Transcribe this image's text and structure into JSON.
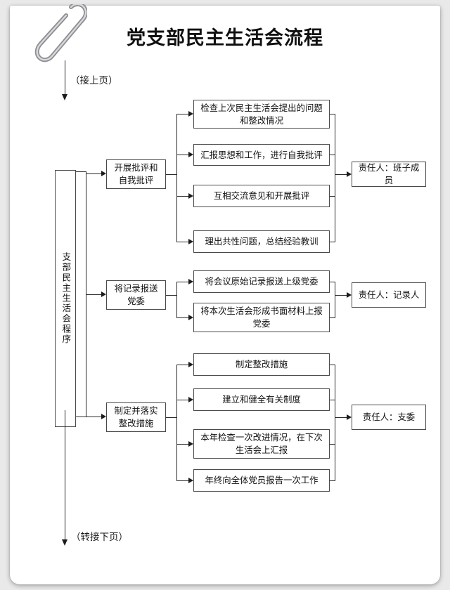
{
  "page": {
    "title": "党支部民主生活会流程",
    "top_label": "（接上页）",
    "bottom_label": "（转接下页）",
    "clip_icon": "paperclip-icon"
  },
  "spine": {
    "label": "支部民主生活会程序"
  },
  "groups": [
    {
      "stage": "开展批评和自我批评",
      "tasks": [
        "检查上次民主生活会提出的问题和整改情况",
        "汇报思想和工作，进行自我批评",
        "互相交流意见和开展批评",
        "理出共性问题，总结经验教训"
      ],
      "owner": "责任人：班子成员"
    },
    {
      "stage": "将记录报送党委",
      "tasks": [
        "将会议原始记录报送上级党委",
        "将本次生活会形成书面材料上报党委"
      ],
      "owner": "责任人：记录人"
    },
    {
      "stage": "制定并落实整改措施",
      "tasks": [
        "制定整改措施",
        "建立和健全有关制度",
        "本年检查一次改进情况，在下次生活会上汇报",
        "年终向全体党员报告一次工作"
      ],
      "owner": "责任人：支委"
    }
  ],
  "colors": {
    "page_background": "#ffffff",
    "canvas_background": "#e9e9ea",
    "line": "#2b2b2b",
    "box_border": "#4a4a4a",
    "text": "#111111"
  }
}
